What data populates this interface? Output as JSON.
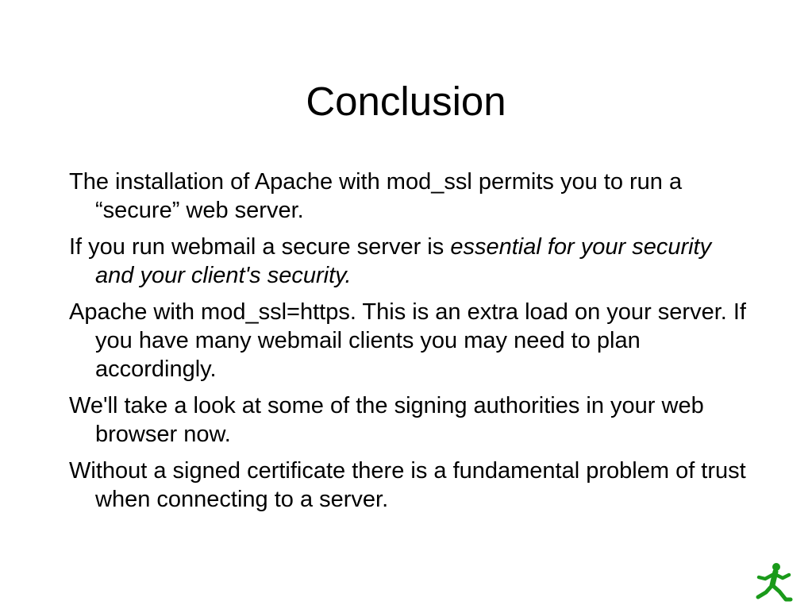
{
  "slide": {
    "title": "Conclusion",
    "bullets": [
      {
        "text": "The installation of Apache with mod_ssl permits you to run a “secure” web server."
      },
      {
        "text": "If you run webmail a secure server is ",
        "emphasis": "essential for your security and your client's security."
      },
      {
        "text": "Apache with mod_ssl=https. This is an extra load on your server. If you have many webmail clients you may need to plan accordingly."
      },
      {
        "text": "We'll take a look at some of the signing authorities in your web browser now."
      },
      {
        "text": "Without a signed certificate there is a fundamental problem of trust when connecting to a server."
      }
    ]
  },
  "colors": {
    "background": "#ffffff",
    "text": "#000000",
    "logo": "#1a9a1a"
  },
  "logo": {
    "icon": "running-figure-icon"
  }
}
